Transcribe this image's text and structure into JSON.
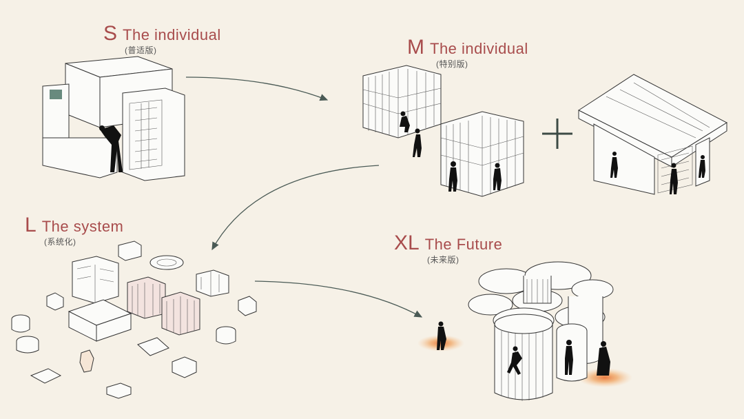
{
  "labels": {
    "s": {
      "size": "S",
      "title": "The individual",
      "sub": "(普适版)"
    },
    "m": {
      "size": "M",
      "title": "The individual",
      "sub": "(特别版)"
    },
    "l": {
      "size": "L",
      "title": "The system",
      "sub": "(系统化)"
    },
    "xl": {
      "size": "XL",
      "title": "The Future",
      "sub": "(未来版)"
    }
  },
  "colors": {
    "background": "#f6f1e7",
    "label": "#a84c4c",
    "arrow": "#4a5a55",
    "glow": "#e8753a"
  }
}
